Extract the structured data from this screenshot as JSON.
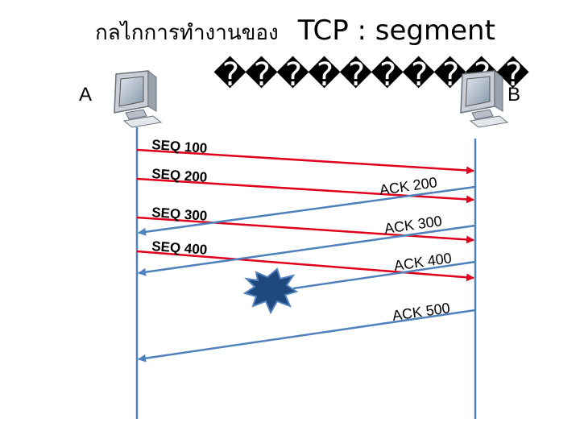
{
  "title": {
    "thai": "กลไกการทำงานของ",
    "main": "TCP : segment"
  },
  "title_line2": "����������",
  "hosts": {
    "a": "A",
    "b": "B"
  },
  "colors": {
    "timeline": "#4f81bd",
    "seq": "#e0001b",
    "ack": "#4f81bd",
    "lost": "#1f497d"
  },
  "segments": [
    {
      "label": "SEQ 100"
    },
    {
      "label": "SEQ 200"
    },
    {
      "label": "SEQ 300"
    },
    {
      "label": "SEQ 400"
    }
  ],
  "acks": [
    {
      "label": "ACK 200"
    },
    {
      "label": "ACK 300"
    },
    {
      "label": "ACK 400"
    },
    {
      "label": "ACK 500"
    }
  ],
  "icons": {
    "computer": "computer-icon",
    "lost": "burst-icon"
  }
}
